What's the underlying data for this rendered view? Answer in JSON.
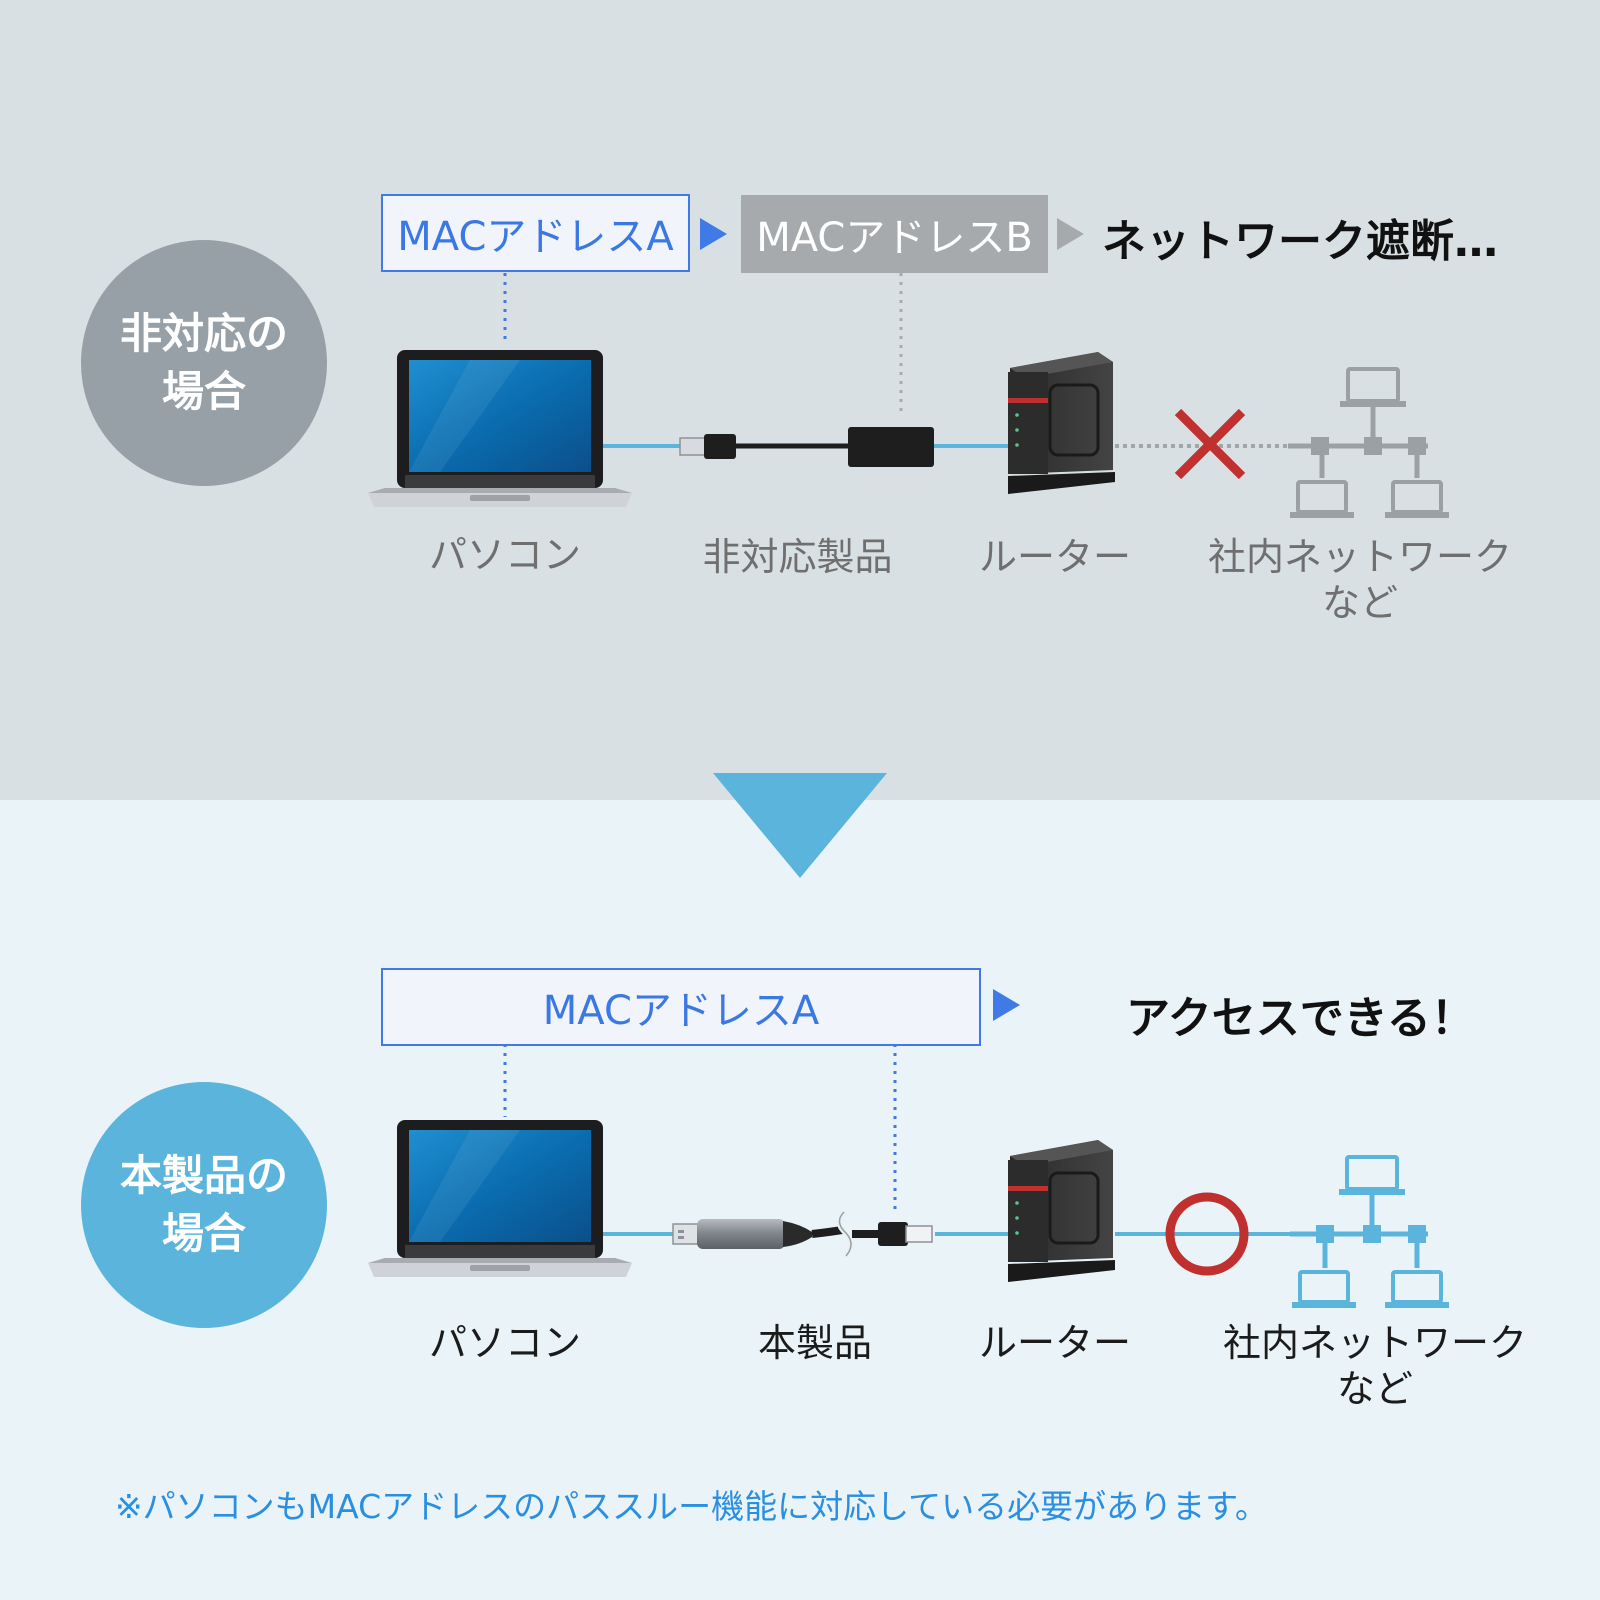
{
  "top": {
    "circle": {
      "line1": "非対応の",
      "line2": "場合"
    },
    "mac_a": "MACアドレスA",
    "mac_b": "MACアドレスB",
    "message": "ネットワーク遮断…",
    "labels": {
      "pc": "パソコン",
      "product": "非対応製品",
      "router": "ルーター",
      "network_line1": "社内ネットワーク",
      "network_line2": "など"
    }
  },
  "bottom": {
    "circle": {
      "line1": "本製品の",
      "line2": "場合"
    },
    "mac_a": "MACアドレスA",
    "message": "アクセスできる！",
    "labels": {
      "pc": "パソコン",
      "product": "本製品",
      "router": "ルーター",
      "network_line1": "社内ネットワーク",
      "network_line2": "など"
    }
  },
  "note": "※パソコンもMACアドレスのパススルー機能に対応している必要があります。",
  "colors": {
    "accent_blue": "#3f7ae6",
    "cable_blue": "#5ab4dc",
    "gray_circle": "#97a0a6",
    "blue_circle": "#5ab4dc",
    "error_red": "#c0302f"
  }
}
